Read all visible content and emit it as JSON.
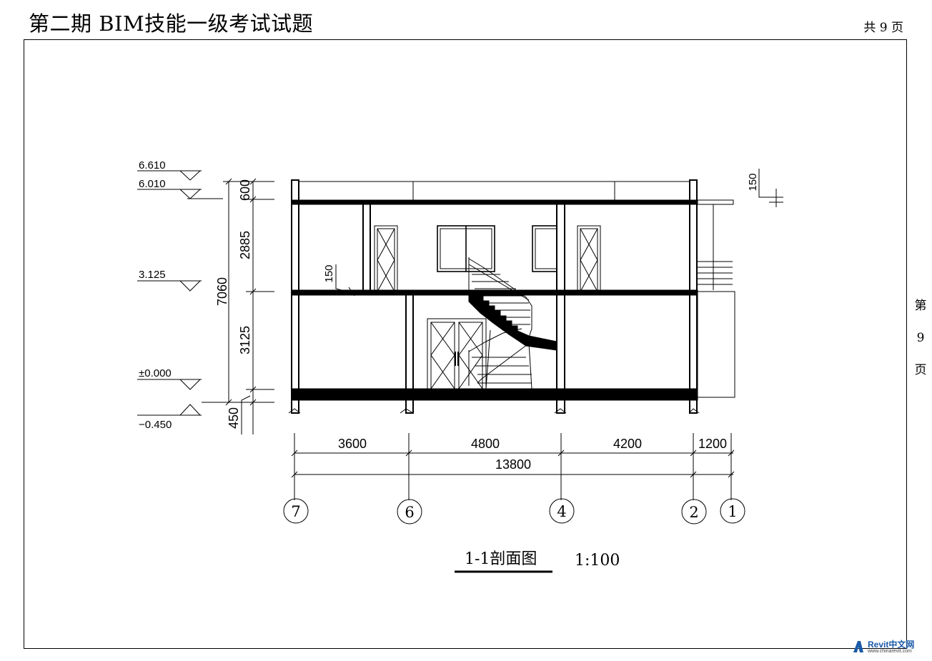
{
  "header": {
    "title": "第二期 BIM技能一级考试试题",
    "total_pages": "共 9 页"
  },
  "side_page": {
    "chars": [
      "第",
      "9",
      "页"
    ]
  },
  "drawing": {
    "title": "1-1剖面图",
    "scale": "1:100",
    "elevations": [
      "6.610",
      "6.010",
      "3.125",
      "±0.000",
      "−0.450"
    ],
    "vertical_dims": {
      "total": "7060",
      "segments": [
        "600",
        "2885",
        "3125",
        "450"
      ]
    },
    "slab_thickness_notes": [
      "150",
      "150"
    ],
    "horizontal_dims": {
      "segments": [
        "3600",
        "4800",
        "4200",
        "1200"
      ],
      "total": "13800"
    },
    "axes": [
      "7",
      "6",
      "4",
      "2",
      "1"
    ]
  },
  "watermark": {
    "name": "Revit中文网",
    "url": "www.chinarevit.com",
    "icon": "revit-logo-icon",
    "color": "#1a5aa8"
  }
}
